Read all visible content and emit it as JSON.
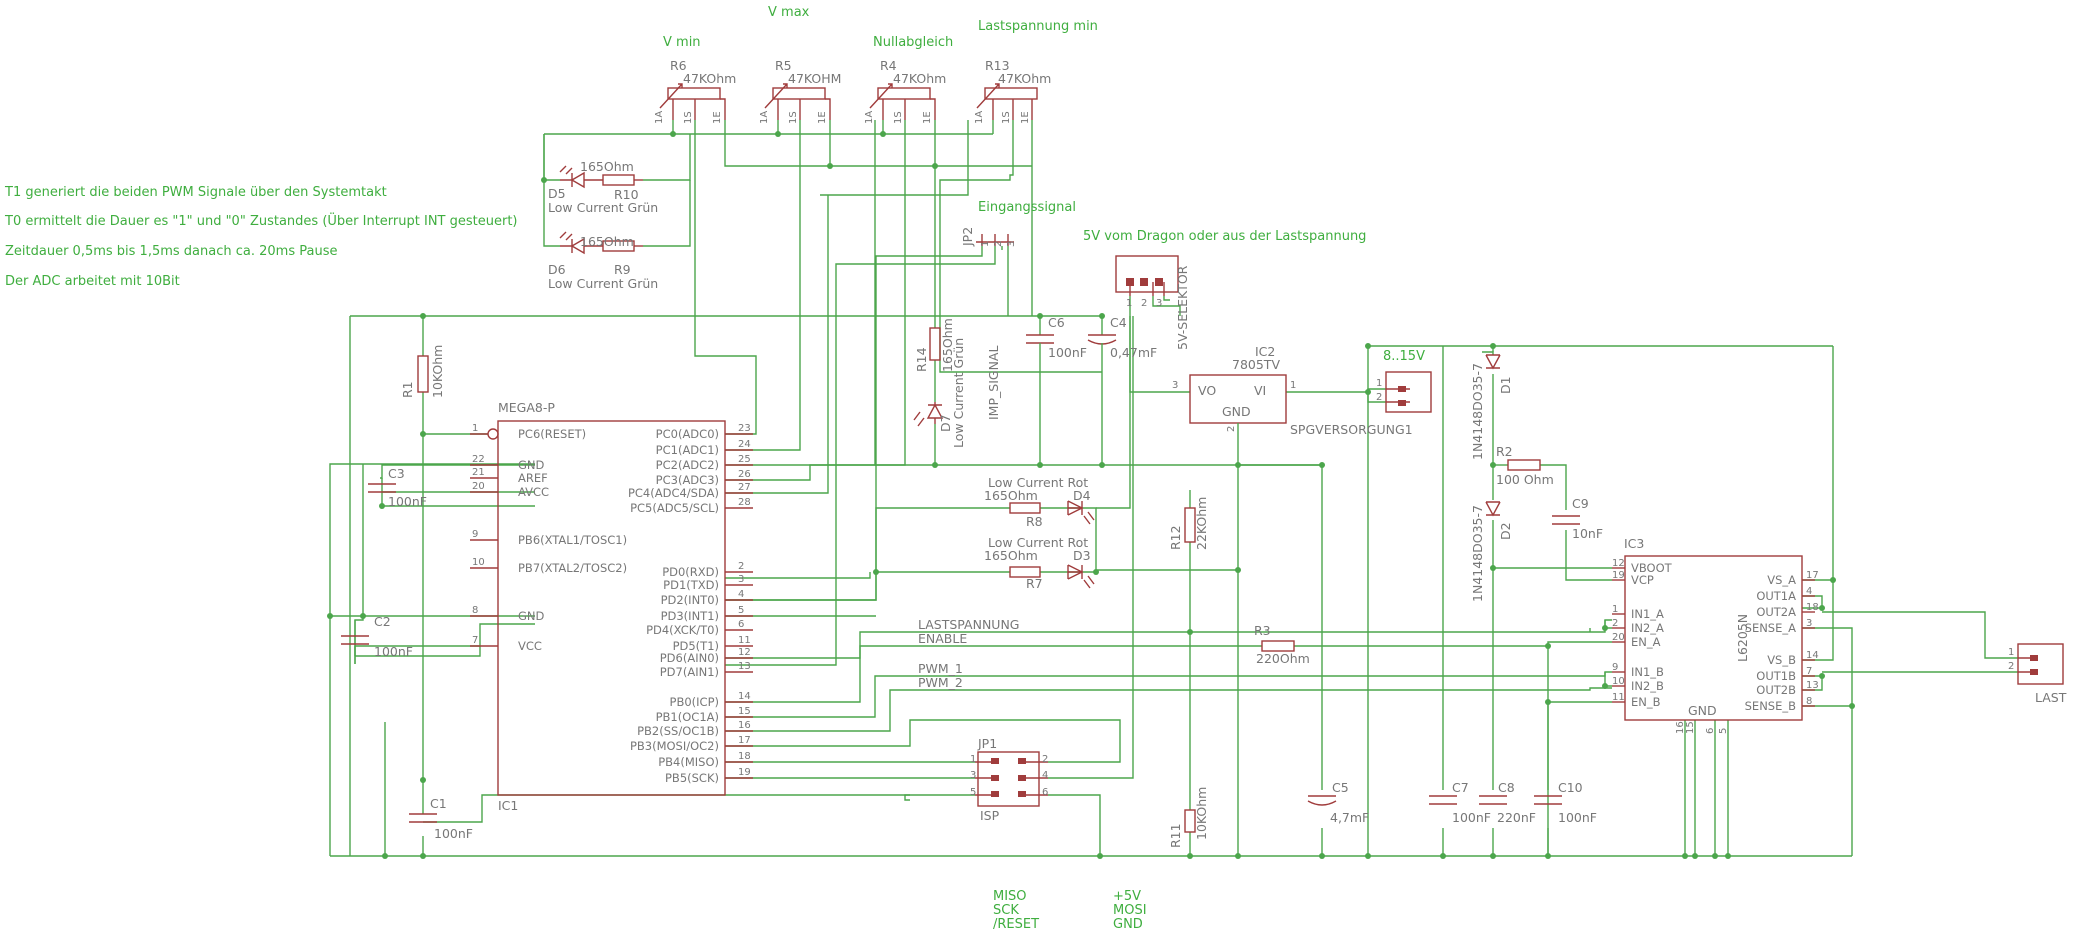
{
  "notes": {
    "line1": "T1 generiert die beiden PWM Signale über den Systemtakt",
    "line2": "T0 ermittelt die Dauer es \"1\" und \"0\" Zustandes (Über Interrupt INT gesteuert)",
    "line3": "Zeitdauer 0,5ms bis 1,5ms danach ca. 20ms Pause",
    "line4": "Der ADC arbeitet mit 10Bit"
  },
  "top_labels": {
    "vmax": "V max",
    "vmin": "V min",
    "nullabgleich": "Nullabgleich",
    "lastspannung_min": "Lastspannung min"
  },
  "headers": {
    "eingangssignal": "Eingangssignal",
    "selector_note": "5V vom Dragon oder aus der Lastspannung",
    "supply_range": "8..15V"
  },
  "isp_legend": {
    "miso": "MISO",
    "sck": "SCK",
    "reset": "/RESET",
    "plus5v": "+5V",
    "mosi": "MOSI",
    "gnd": "GND"
  },
  "pots": {
    "r6": {
      "name": "R6",
      "value": "47KOhm"
    },
    "r5": {
      "name": "R5",
      "value": "47KOHM"
    },
    "r4": {
      "name": "R4",
      "value": "47KOhm"
    },
    "r13": {
      "name": "R13",
      "value": "47KOhm"
    },
    "pins": [
      "1A",
      "1S",
      "1E"
    ]
  },
  "components": {
    "r10": {
      "name": "R10",
      "value": "165Ohm"
    },
    "r9": {
      "name": "R9",
      "value": "165Ohm"
    },
    "d5": {
      "name": "D5",
      "value": "Low Current Grün"
    },
    "d6": {
      "name": "D6",
      "value": "Low Current Grün"
    },
    "r1": {
      "name": "R1",
      "value": "10KOhm"
    },
    "c3": {
      "name": "C3",
      "value": "100nF"
    },
    "c2": {
      "name": "C2",
      "value": "100nF"
    },
    "c1": {
      "name": "C1",
      "value": "100nF"
    },
    "c6": {
      "name": "C6",
      "value": "100nF"
    },
    "c4": {
      "name": "C4",
      "value": "0,47mF"
    },
    "r14": {
      "name": "R14",
      "value": "165Ohm"
    },
    "d7": {
      "name": "D7",
      "value": "Low Current Grün"
    },
    "jp2": {
      "name": "JP2",
      "value": "IMP_SIGNAL"
    },
    "selector": {
      "name": "5V-SELEKTOR"
    },
    "ic2": {
      "name": "IC2",
      "value": "7805TV"
    },
    "ic2_vo": "VO",
    "ic2_vi": "VI",
    "ic2_gnd": "GND",
    "supply": {
      "name": "SPGVERSORGUNG1"
    },
    "d4": {
      "name": "D4",
      "value": "Low Current Rot"
    },
    "d3": {
      "name": "D3",
      "value": "Low Current Rot"
    },
    "r8": {
      "name": "R8",
      "value": "165Ohm"
    },
    "r7": {
      "name": "R7",
      "value": "165Ohm"
    },
    "r12": {
      "name": "R12",
      "value": "22KOhm"
    },
    "r11": {
      "name": "R11",
      "value": "10KOhm"
    },
    "r3": {
      "name": "R3",
      "value": "220Ohm"
    },
    "r2": {
      "name": "R2",
      "value": "100 Ohm"
    },
    "c9": {
      "name": "C9",
      "value": "10nF"
    },
    "c5": {
      "name": "C5",
      "value": "4,7mF"
    },
    "c7": {
      "name": "C7",
      "value": "100nF"
    },
    "c8": {
      "name": "C8",
      "value": "220nF"
    },
    "c10": {
      "name": "C10",
      "value": "100nF"
    },
    "d1": {
      "name": "D1",
      "value": "1N4148DO35-7"
    },
    "d2": {
      "name": "D2",
      "value": "1N4148DO35-7"
    },
    "jp1": {
      "name": "JP1",
      "value": "ISP"
    },
    "last": {
      "name": "LAST"
    }
  },
  "nets": {
    "lastspannung": "LASTSPANNUNG",
    "enable": "ENABLE",
    "pwm1": "PWM_1",
    "pwm2": "PWM_2"
  },
  "ic1": {
    "name": "IC1",
    "part": "MEGA8-P",
    "left_pins": [
      {
        "num": "1",
        "label": "PC6(RESET)"
      },
      {
        "num": "22",
        "label": "GND"
      },
      {
        "num": "21",
        "label": "AREF"
      },
      {
        "num": "20",
        "label": "AVCC"
      },
      {
        "num": "9",
        "label": "PB6(XTAL1/TOSC1)"
      },
      {
        "num": "10",
        "label": "PB7(XTAL2/TOSC2)"
      },
      {
        "num": "8",
        "label": "GND"
      },
      {
        "num": "7",
        "label": "VCC"
      }
    ],
    "right_pins": [
      {
        "num": "23",
        "label": "PC0(ADC0)"
      },
      {
        "num": "24",
        "label": "PC1(ADC1)"
      },
      {
        "num": "25",
        "label": "PC2(ADC2)"
      },
      {
        "num": "26",
        "label": "PC3(ADC3)"
      },
      {
        "num": "27",
        "label": "PC4(ADC4/SDA)"
      },
      {
        "num": "28",
        "label": "PC5(ADC5/SCL)"
      },
      {
        "num": "2",
        "label": "PD0(RXD)"
      },
      {
        "num": "3",
        "label": "PD1(TXD)"
      },
      {
        "num": "4",
        "label": "PD2(INT0)"
      },
      {
        "num": "5",
        "label": "PD3(INT1)"
      },
      {
        "num": "6",
        "label": "PD4(XCK/T0)"
      },
      {
        "num": "11",
        "label": "PD5(T1)"
      },
      {
        "num": "12",
        "label": "PD6(AIN0)"
      },
      {
        "num": "13",
        "label": "PD7(AIN1)"
      },
      {
        "num": "14",
        "label": "PB0(ICP)"
      },
      {
        "num": "15",
        "label": "PB1(OC1A)"
      },
      {
        "num": "16",
        "label": "PB2(SS/OC1B)"
      },
      {
        "num": "17",
        "label": "PB3(MOSI/OC2)"
      },
      {
        "num": "18",
        "label": "PB4(MISO)"
      },
      {
        "num": "19",
        "label": "PB5(SCK)"
      }
    ]
  },
  "ic3": {
    "name": "IC3",
    "part": "L6205N",
    "left_pins": [
      {
        "num": "12",
        "label": "VBOOT"
      },
      {
        "num": "19",
        "label": "VCP"
      },
      {
        "num": "1",
        "label": "IN1_A"
      },
      {
        "num": "2",
        "label": "IN2_A"
      },
      {
        "num": "20",
        "label": "EN_A"
      },
      {
        "num": "9",
        "label": "IN1_B"
      },
      {
        "num": "10",
        "label": "IN2_B"
      },
      {
        "num": "11",
        "label": "EN_B"
      }
    ],
    "right_pins": [
      {
        "num": "17",
        "label": "VS_A"
      },
      {
        "num": "4",
        "label": "OUT1A"
      },
      {
        "num": "18",
        "label": "OUT2A"
      },
      {
        "num": "3",
        "label": "SENSE_A"
      },
      {
        "num": "14",
        "label": "VS_B"
      },
      {
        "num": "7",
        "label": "OUT1B"
      },
      {
        "num": "13",
        "label": "OUT2B"
      },
      {
        "num": "8",
        "label": "SENSE_B"
      }
    ],
    "gnd_label": "GND",
    "gnd_pins": [
      "16",
      "15",
      "6",
      "5"
    ]
  },
  "pin_numbers": {
    "jp2": [
      "1",
      "2",
      "3"
    ],
    "sel": [
      "1",
      "2",
      "3"
    ],
    "ic2_in": "1",
    "ic2_out": "3",
    "ic2_gnd": "2",
    "supply": [
      "1",
      "2"
    ],
    "last": [
      "1",
      "2"
    ],
    "jp1": [
      "1",
      "2",
      "3",
      "4",
      "5",
      "6"
    ]
  }
}
